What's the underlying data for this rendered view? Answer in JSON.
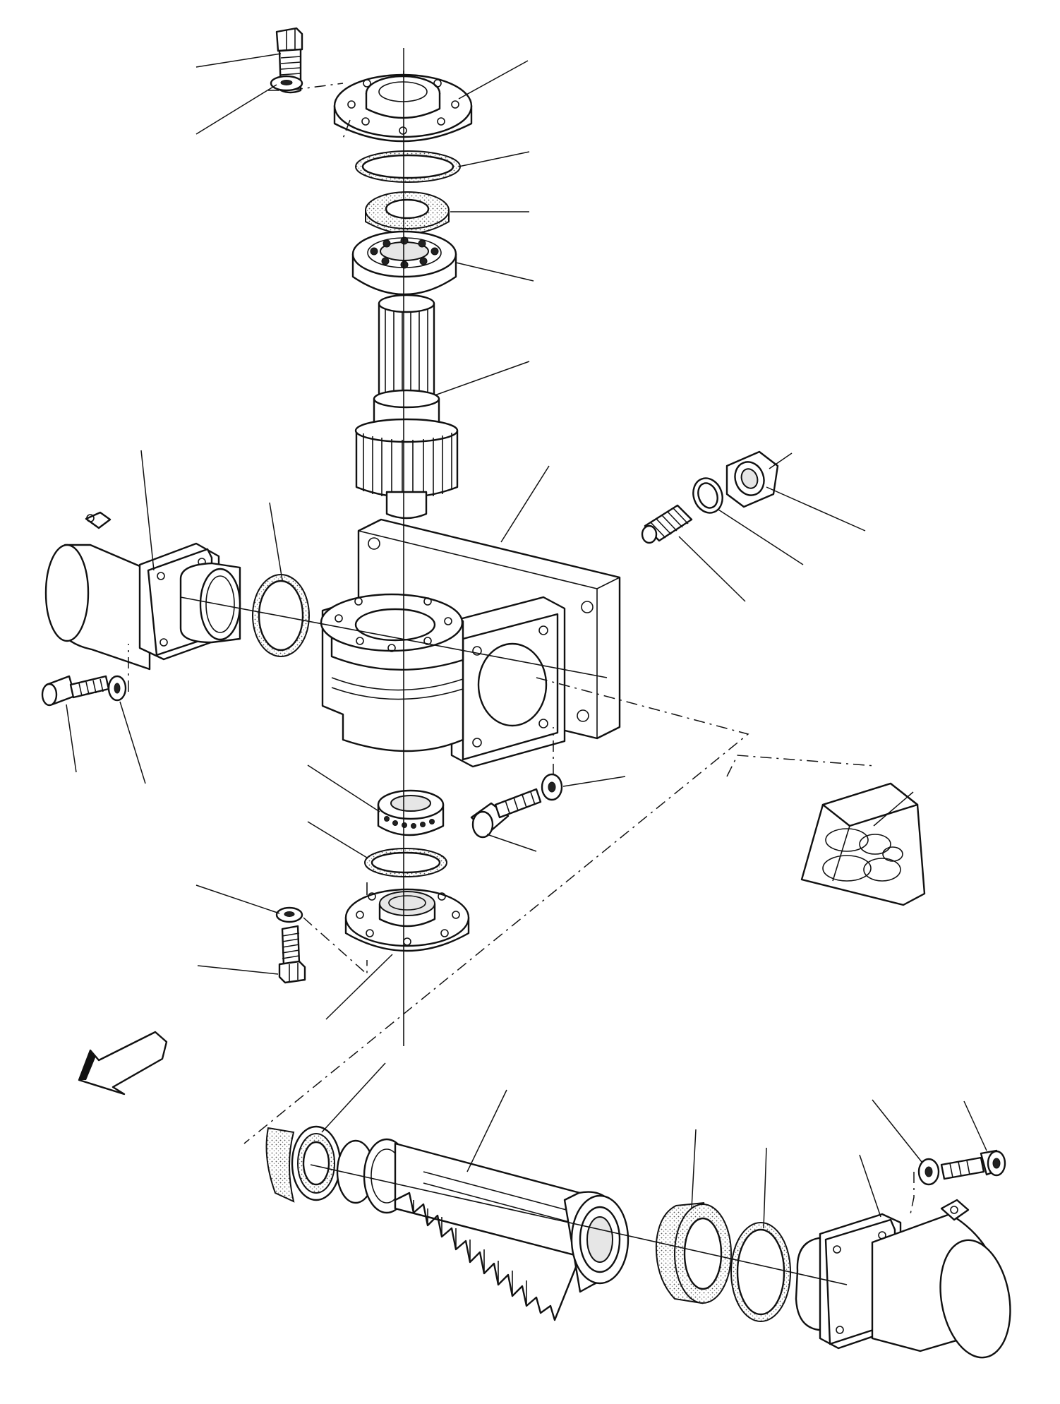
{
  "diagram": {
    "style": "exploded-assembly line drawing",
    "background": "#ffffff",
    "ink": "#111111",
    "parts": [
      {
        "id": "bolt-top-left",
        "icon": "hex-bolt-icon"
      },
      {
        "id": "washer-top-left",
        "icon": "washer-icon"
      },
      {
        "id": "top-cover-flange",
        "icon": "flange-icon"
      },
      {
        "id": "o-ring-top",
        "icon": "o-ring-icon"
      },
      {
        "id": "seal-top",
        "icon": "seal-icon"
      },
      {
        "id": "ball-bearing-top",
        "icon": "bearing-icon"
      },
      {
        "id": "pinion-shaft",
        "icon": "gear-shaft-icon"
      },
      {
        "id": "housing",
        "icon": "housing-icon"
      },
      {
        "id": "adjuster-screw",
        "icon": "spring-screw-icon"
      },
      {
        "id": "lock-washer",
        "icon": "washer-icon"
      },
      {
        "id": "slotted-nut",
        "icon": "nut-icon"
      },
      {
        "id": "left-cylinder",
        "icon": "cylinder-icon"
      },
      {
        "id": "o-ring-left",
        "icon": "o-ring-icon"
      },
      {
        "id": "socket-screw-left",
        "icon": "socket-screw-icon"
      },
      {
        "id": "washer-left",
        "icon": "washer-icon"
      },
      {
        "id": "socket-screw-right",
        "icon": "socket-screw-icon"
      },
      {
        "id": "washer-right",
        "icon": "washer-icon"
      },
      {
        "id": "bearing-bottom",
        "icon": "bearing-icon"
      },
      {
        "id": "o-ring-bottom",
        "icon": "o-ring-icon"
      },
      {
        "id": "bottom-flange",
        "icon": "flange-icon"
      },
      {
        "id": "bolt-bottom",
        "icon": "hex-bolt-icon"
      },
      {
        "id": "washer-bottom",
        "icon": "washer-icon"
      },
      {
        "id": "seal-kit",
        "icon": "seal-kit-icon"
      },
      {
        "id": "direction-arrow",
        "icon": "arrow-icon"
      },
      {
        "id": "rack-seal-left",
        "icon": "seal-icon"
      },
      {
        "id": "rack",
        "icon": "rack-icon"
      },
      {
        "id": "rack-seal-right",
        "icon": "seal-icon"
      },
      {
        "id": "o-ring-rack",
        "icon": "o-ring-icon"
      },
      {
        "id": "right-cylinder",
        "icon": "cylinder-icon"
      },
      {
        "id": "washer-bottom-right",
        "icon": "washer-icon"
      },
      {
        "id": "socket-screw-bottom-right",
        "icon": "socket-screw-icon"
      }
    ]
  }
}
